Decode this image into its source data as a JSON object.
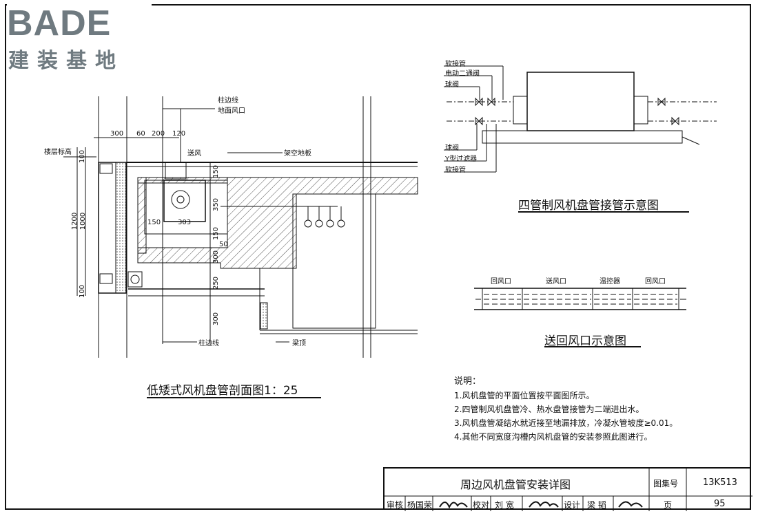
{
  "logo": {
    "brand": "BADE",
    "sub": "建装基地"
  },
  "section_view": {
    "caption": "低矮式风机盘管剖面图1：25",
    "labels": {
      "column_line_top": "柱边线",
      "floor_outlet": "地面风口",
      "supply_air": "送风",
      "floor_level": "楼层标高",
      "raised_floor": "架空地板",
      "column_line_bottom": "柱边线",
      "beam_bottom": "梁顶"
    },
    "dims_top": [
      "300",
      "60",
      "200",
      "120"
    ],
    "dims_vertical_left": [
      "1200",
      "1000",
      "100",
      "100"
    ],
    "dims_vertical_mid": [
      "150",
      "350",
      "150",
      "300",
      "250",
      "300"
    ],
    "dims_horizontal_inner": [
      "150",
      "303",
      "50"
    ]
  },
  "four_pipe": {
    "caption": "四管制风机盘管接管示意图",
    "labels_top": [
      "软接管",
      "电动二通阀",
      "球阀"
    ],
    "labels_bottom": [
      "球阀",
      "Y型过滤器",
      "软接管"
    ]
  },
  "supply_return": {
    "caption": "送回风口示意图",
    "labels": [
      "回风口",
      "送风口",
      "温控器",
      "回风口"
    ]
  },
  "notes": {
    "title": "说明：",
    "items": [
      "1.风机盘管的平面位置按平面图所示。",
      "2.四管制风机盘管冷、热水盘管接管为二端进出水。",
      "3.风机盘管凝结水就近接至地漏排放，冷凝水管坡度≥0.01。",
      "4.其他不同宽度沟槽内风机盘管的安装参照此图进行。"
    ]
  },
  "title_block": {
    "title": "周边风机盘管安装详图",
    "atlas_label": "图集号",
    "atlas_no": "13K513",
    "page_label": "页",
    "page_no": "95",
    "review_label": "审核",
    "reviewer": "杨国荣",
    "check_label": "校对",
    "checker": "刘 宽",
    "design_label": "设计",
    "designer": "梁 韬"
  }
}
